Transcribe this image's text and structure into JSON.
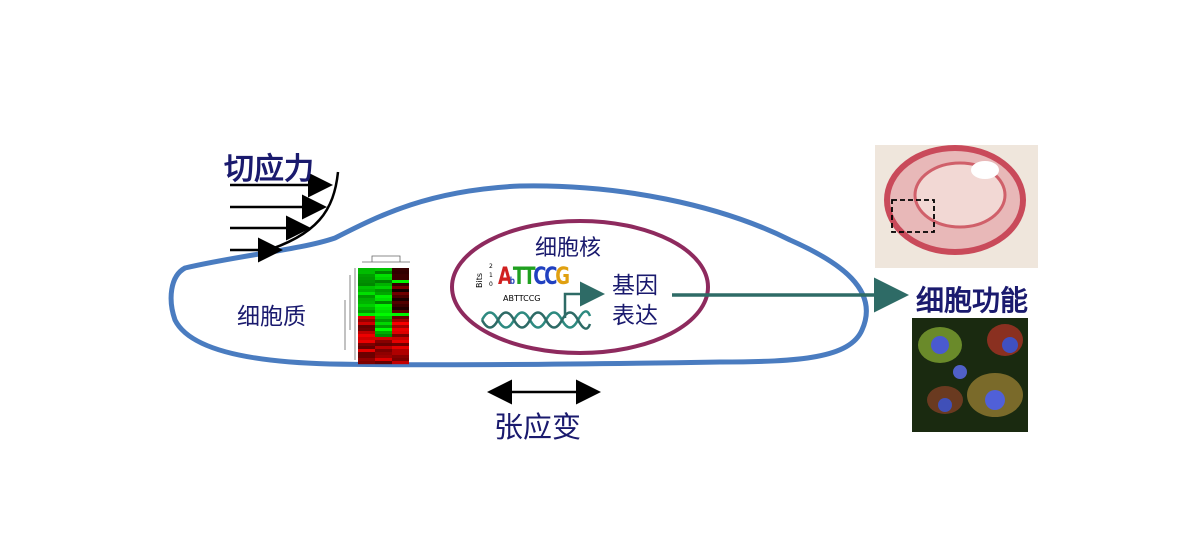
{
  "labels": {
    "shear_stress": "切应力",
    "cytoplasm": "细胞质",
    "nucleus": "细胞核",
    "gene_expression_1": "基因",
    "gene_expression_2": "表达",
    "cell_function": "细胞功能",
    "tensile_strain": "张应变"
  },
  "motif": {
    "axis_label": "Bits",
    "ticks": [
      "0",
      "1",
      "2"
    ],
    "consensus": "ABTTCCG",
    "letters": [
      "A",
      "T",
      "T",
      "C",
      "C",
      "G"
    ]
  },
  "colors": {
    "cell_outline": "#4a7cc0",
    "nucleus_outline": "#8e2a5e",
    "arrow": "#2e6b66",
    "text": "#1a1a6e"
  }
}
